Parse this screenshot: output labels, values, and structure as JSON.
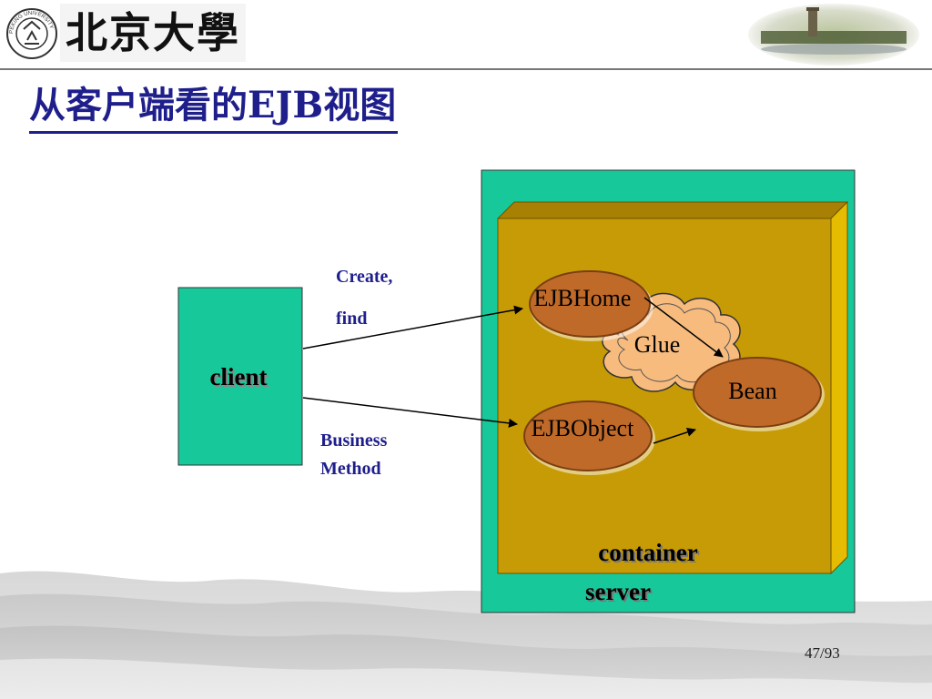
{
  "header": {
    "logo_text": "北京大學",
    "seal_text": "PEKING UNIVERSITY"
  },
  "slide": {
    "title": "从客户端看的EJB视图",
    "page_number": "47/93"
  },
  "diagram": {
    "client_label": "client",
    "arrow_top_label_line1": "Create,",
    "arrow_top_label_line2": "find",
    "arrow_bottom_label_line1": "Business",
    "arrow_bottom_label_line2": "Method",
    "ejbhome_label": "EJBHome",
    "ejbobject_label": "EJBObject",
    "glue_label": "Glue",
    "bean_label": "Bean",
    "container_label": "container",
    "server_label": "server"
  },
  "colors": {
    "title": "#1f1f8c",
    "client_fill": "#17c99a",
    "server_fill": "#17c99a",
    "container_front": "#c79b06",
    "container_top": "#a88104",
    "container_side": "#e6bc00",
    "ellipse_fill": "#c06a2a",
    "cloud_fill": "#f7bb7e"
  }
}
